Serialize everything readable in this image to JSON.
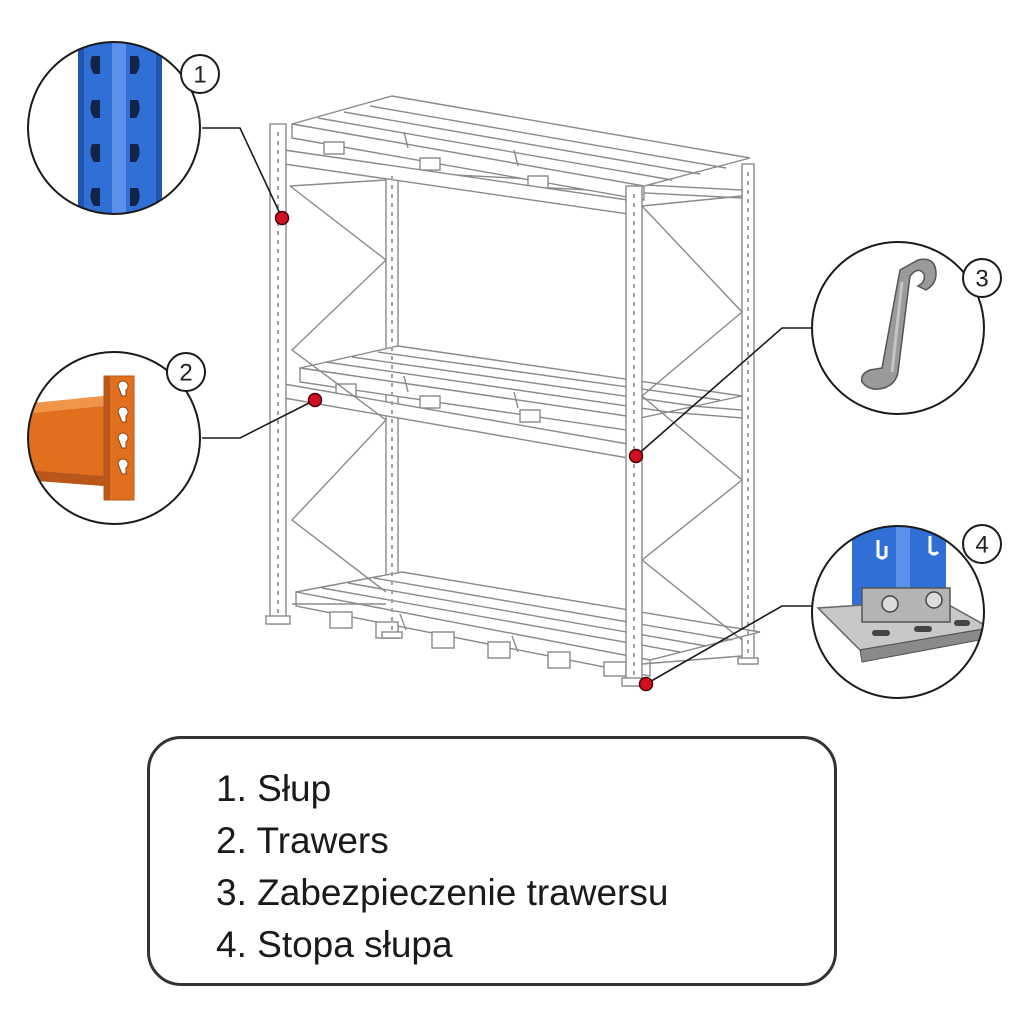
{
  "callouts": [
    {
      "number": "1",
      "label": "Słup"
    },
    {
      "number": "2",
      "label": "Trawers"
    },
    {
      "number": "3",
      "label": "Zabezpieczenie trawersu"
    },
    {
      "number": "4",
      "label": "Stopa słupa"
    }
  ],
  "legend": {
    "items": [
      "1. Słup",
      "2. Trawers",
      "3. Zabezpieczenie trawersu",
      "4. Stopa słupa"
    ]
  },
  "colors": {
    "upright_blue": "#2f6fd6",
    "beam_orange": "#e0701e",
    "frame_line": "#8a8a8a",
    "marker_red": "#d01020",
    "safety_pin_grey": "#9a9a9a"
  }
}
